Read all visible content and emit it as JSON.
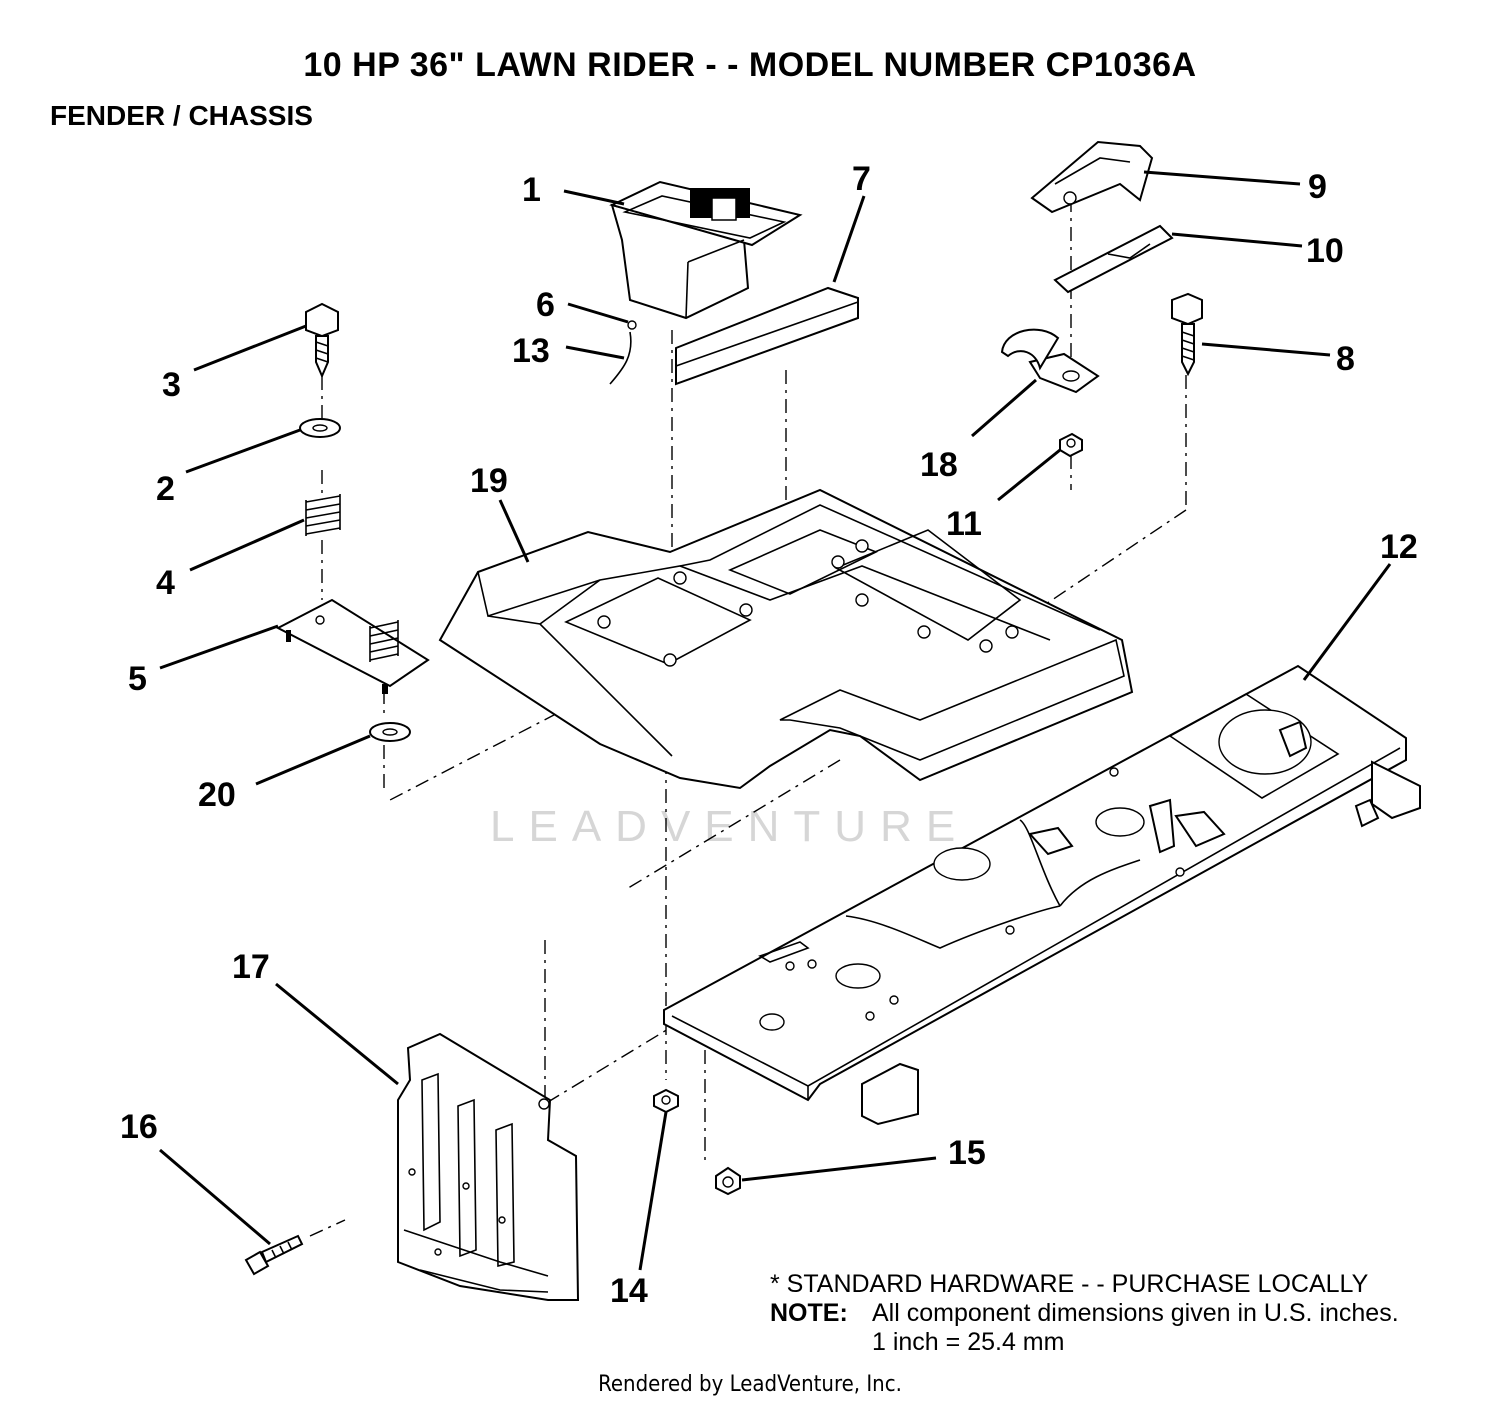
{
  "title": "10 HP 36\" LAWN RIDER - - MODEL NUMBER CP1036A",
  "subtitle": "FENDER / CHASSIS",
  "watermark": "LEADVENTURE",
  "callouts": [
    "1",
    "2",
    "3",
    "4",
    "5",
    "6",
    "7",
    "8",
    "9",
    "10",
    "11",
    "12",
    "13",
    "14",
    "15",
    "16",
    "17",
    "18",
    "19",
    "20"
  ],
  "notes": {
    "hardware": "* STANDARD HARDWARE - - PURCHASE LOCALLY",
    "note_label": "NOTE:",
    "note_text": "All component dimensions given in U.S. inches.",
    "conversion": "1 inch = 25.4 mm"
  },
  "footer": "Rendered by LeadVenture, Inc."
}
